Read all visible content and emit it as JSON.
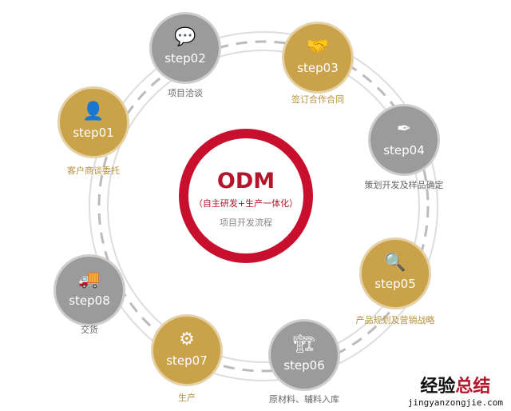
{
  "center": {
    "title": "ODM",
    "subtitle": "（自主研发+生产一体化）",
    "caption": "项目开发流程"
  },
  "colors": {
    "gray": "#9b9b9b",
    "gold": "#c9a24a",
    "red": "#c8102e"
  },
  "steps": [
    {
      "step": "step01",
      "label": "客户商谈委托",
      "icon": "consult-person-icon",
      "color": "gold"
    },
    {
      "step": "step02",
      "label": "项目洽谈",
      "icon": "discussion-icon",
      "color": "gray"
    },
    {
      "step": "step03",
      "label": "签订合作合同",
      "icon": "handshake-icon",
      "color": "gold"
    },
    {
      "step": "step04",
      "label": "策划开发及样品确定",
      "icon": "pen-tool-icon",
      "color": "gray"
    },
    {
      "step": "step05",
      "label": "产品规划及营销战略",
      "icon": "search-analytics-icon",
      "color": "gold"
    },
    {
      "step": "step06",
      "label": "原材料、辅料入库",
      "icon": "forklift-icon",
      "color": "gray"
    },
    {
      "step": "step07",
      "label": "生产",
      "icon": "gears-icon",
      "color": "gold"
    },
    {
      "step": "step08",
      "label": "交货",
      "icon": "truck-icon",
      "color": "gray"
    }
  ],
  "watermark": {
    "cn_black": "经验",
    "cn_red": "总结",
    "url": "jingyanzongjie.com"
  }
}
